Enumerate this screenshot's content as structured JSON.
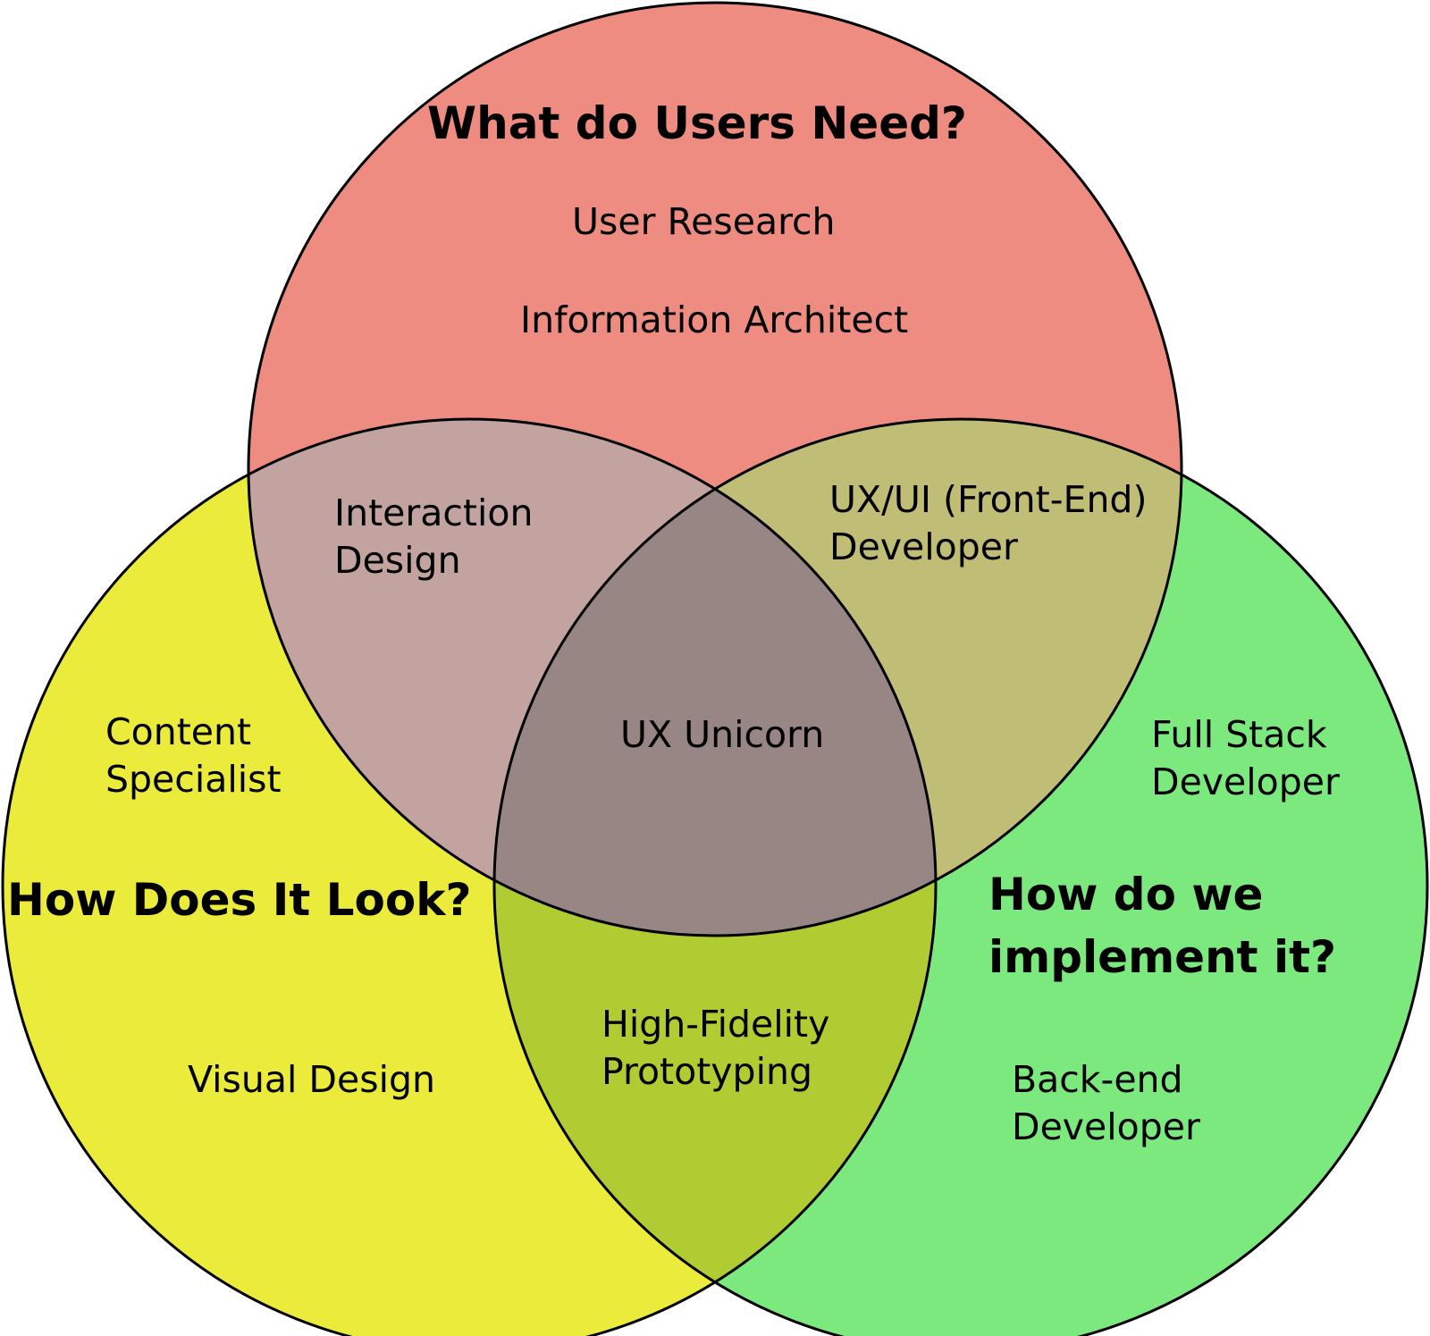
{
  "colors": {
    "users_circle": "#ef8c82",
    "look_circle": "#ebeb3b",
    "implement_circle": "#7be97e",
    "users_look_overlap": "#c2a39f",
    "users_implement_overlap": "#c0bd76",
    "look_implement_overlap": "#b1cb33",
    "center_overlap": "#988684",
    "outline": "#000000"
  },
  "headings": {
    "users": "What do Users Need?",
    "look": "How Does It Look?",
    "implement": [
      "How do we",
      "implement it?"
    ]
  },
  "roles": {
    "user_research": "User Research",
    "information_architect": "Information Architect",
    "interaction_design": [
      "Interaction",
      "Design"
    ],
    "front_end_developer": [
      "UX/UI (Front-End)",
      "Developer"
    ],
    "content_specialist": [
      "Content",
      "Specialist"
    ],
    "ux_unicorn": "UX Unicorn",
    "full_stack_developer": [
      "Full Stack",
      "Developer"
    ],
    "high_fidelity_prototyping": [
      "High-Fidelity",
      "Prototyping"
    ],
    "visual_design": "Visual Design",
    "back_end_developer": [
      "Back-end",
      "Developer"
    ]
  }
}
